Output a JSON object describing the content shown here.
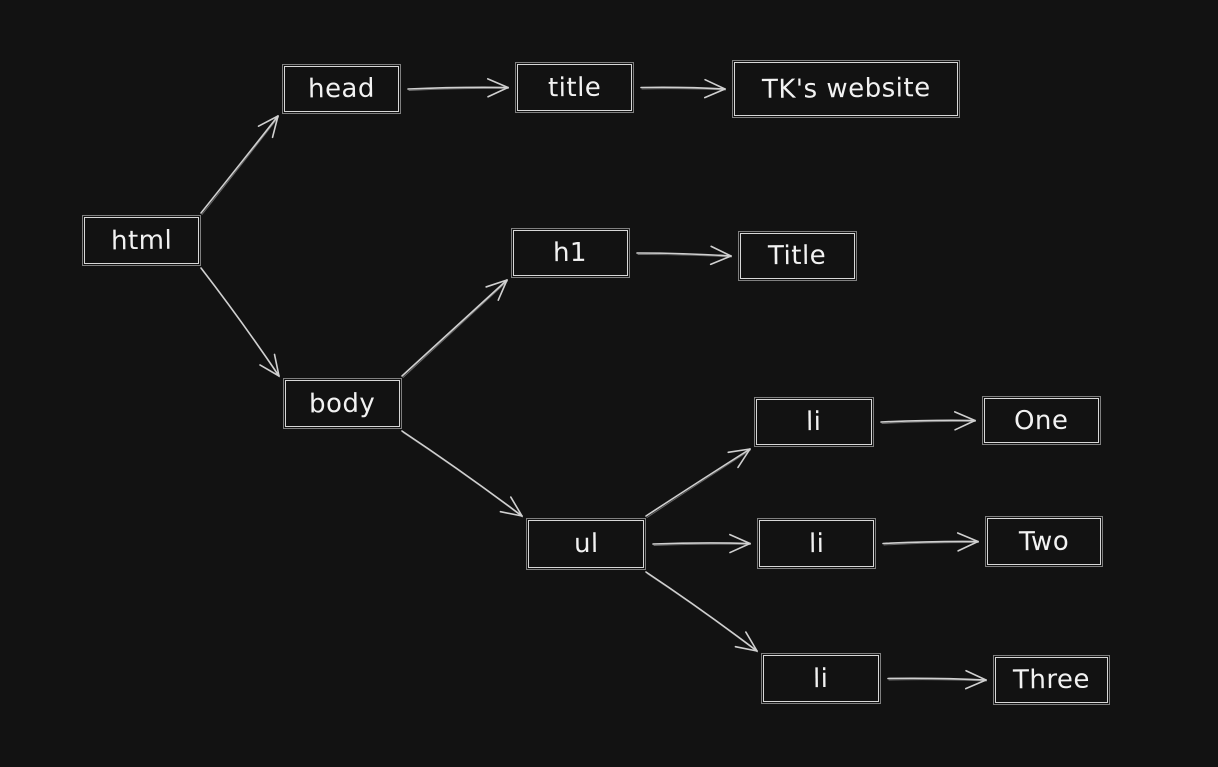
{
  "diagram": {
    "background": "#121212",
    "stroke_color": "#d8d8d8",
    "text_color": "#f2f2f2",
    "nodes": {
      "html": "html",
      "head": "head",
      "title_tag": "title",
      "title_text": "TK's website",
      "body": "body",
      "h1": "h1",
      "h1_text": "Title",
      "ul": "ul",
      "li_1": "li",
      "li_1_text": "One",
      "li_2": "li",
      "li_2_text": "Two",
      "li_3": "li",
      "li_3_text": "Three"
    },
    "edges": [
      {
        "from": "html",
        "to": "head"
      },
      {
        "from": "html",
        "to": "body"
      },
      {
        "from": "head",
        "to": "title_tag"
      },
      {
        "from": "title_tag",
        "to": "title_text"
      },
      {
        "from": "body",
        "to": "h1"
      },
      {
        "from": "body",
        "to": "ul"
      },
      {
        "from": "h1",
        "to": "h1_text"
      },
      {
        "from": "ul",
        "to": "li_1"
      },
      {
        "from": "ul",
        "to": "li_2"
      },
      {
        "from": "ul",
        "to": "li_3"
      },
      {
        "from": "li_1",
        "to": "li_1_text"
      },
      {
        "from": "li_2",
        "to": "li_2_text"
      },
      {
        "from": "li_3",
        "to": "li_3_text"
      }
    ]
  }
}
